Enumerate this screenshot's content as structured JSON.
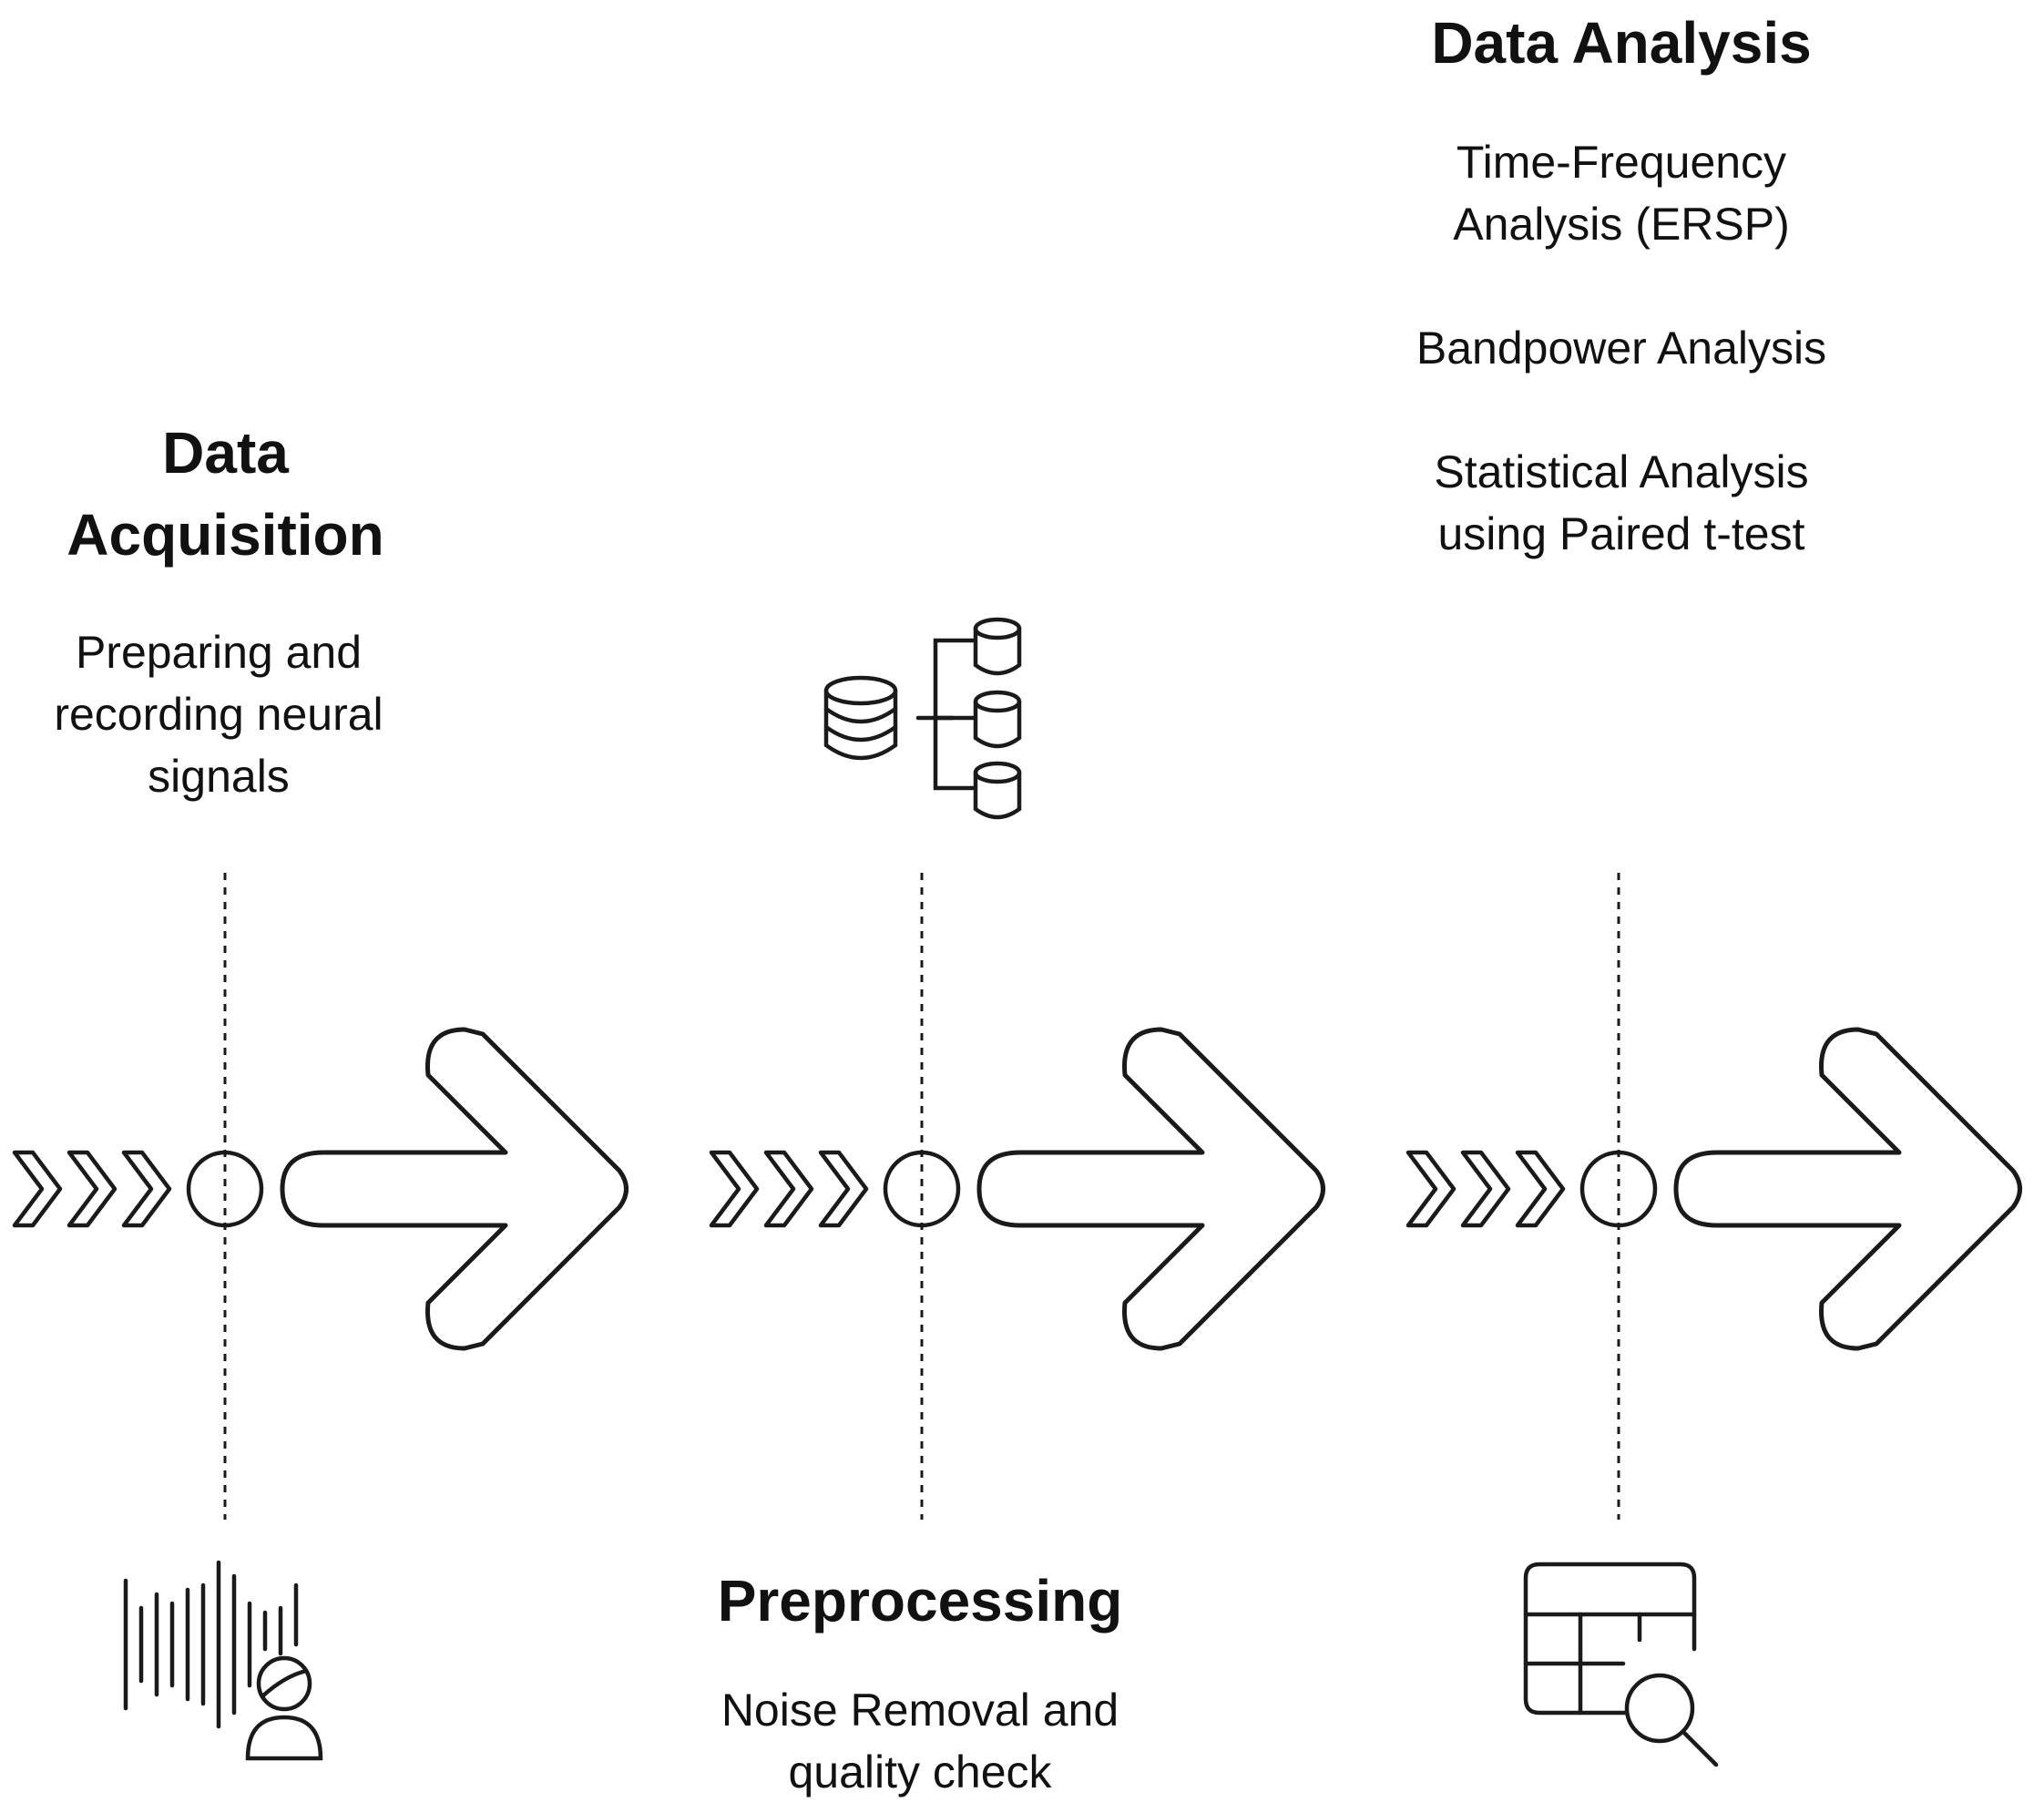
{
  "colors": {
    "stroke": "#1a1a1a",
    "text": "#111111",
    "background": "#ffffff"
  },
  "stages": [
    {
      "id": "acquisition",
      "title": [
        "Data",
        "Acquisition"
      ],
      "description": [
        "Preparing and",
        "recording neural",
        "signals"
      ],
      "icon": "neural-signal-person-icon"
    },
    {
      "id": "preprocessing",
      "title": [
        "Preprocessing"
      ],
      "description": [
        "Noise Removal and",
        "quality check"
      ],
      "icon": "database-split-icon"
    },
    {
      "id": "analysis",
      "title": [
        "Data Analysis"
      ],
      "description": [
        "Time-Frequency",
        "Analysis (ERSP)",
        "",
        "Bandpower Analysis",
        "",
        "Statistical Analysis",
        "using Paired t-test"
      ],
      "icon": "table-search-icon"
    }
  ]
}
